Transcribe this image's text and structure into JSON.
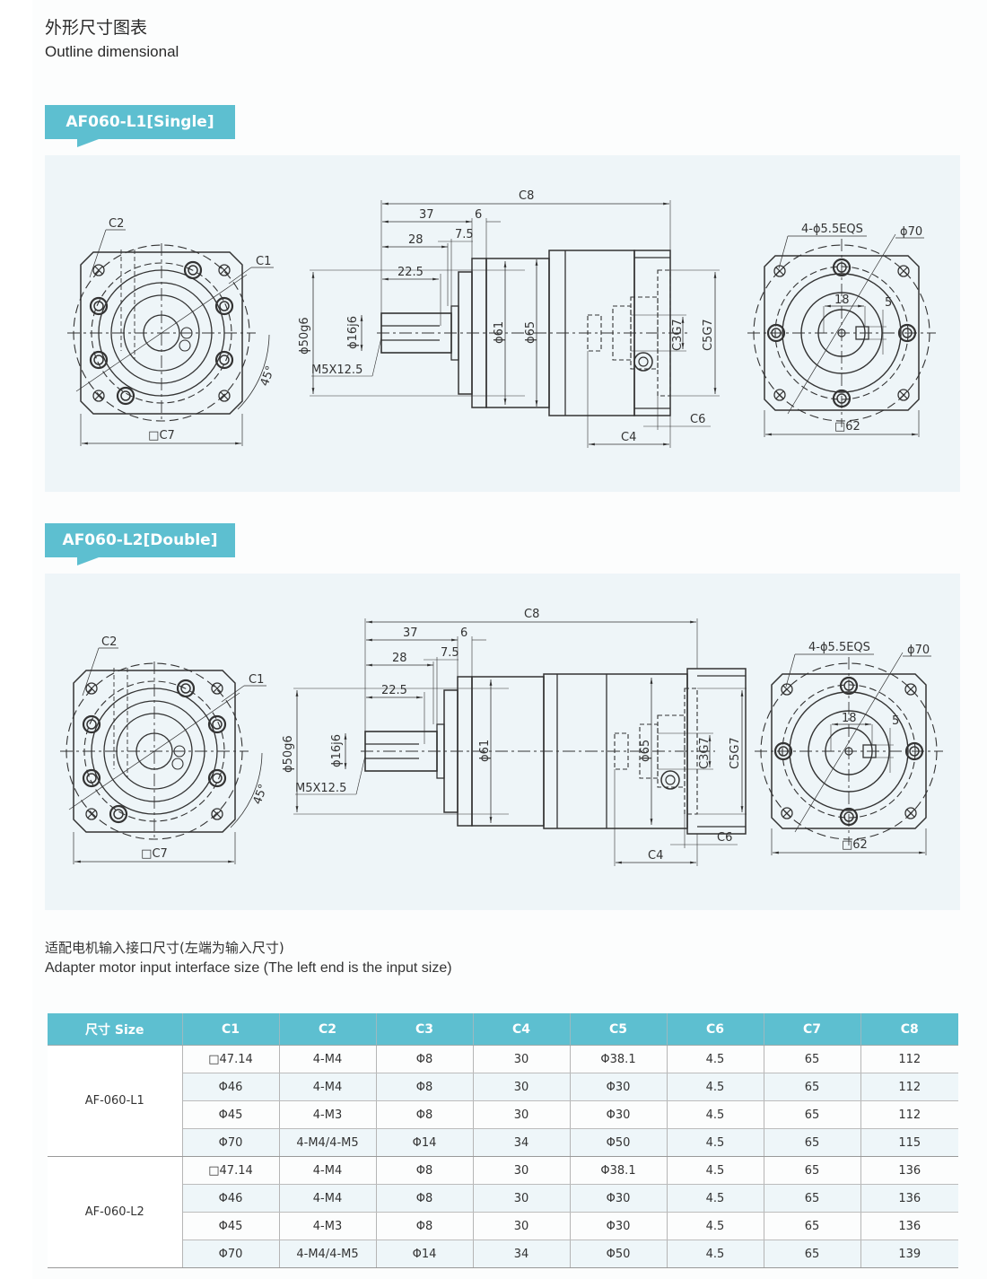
{
  "header": {
    "title_cn": "外形尺寸图表",
    "title_en": "Outline dimensional"
  },
  "sections": [
    {
      "tag": "AF060-L1[Single]",
      "front_view": {
        "labels": {
          "c2": "C2",
          "c1": "C1",
          "angle": "45°",
          "square": "□C7"
        }
      },
      "side_view": {
        "labels": {
          "c8": "C8",
          "d37": "37",
          "d6": "6",
          "d7_5": "7.5",
          "d28": "28",
          "d22_5": "22.5",
          "phi50": "ϕ50g6",
          "phi16": "ϕ16j6",
          "m5": "M5X12.5",
          "phi61": "ϕ61",
          "phi65": "ϕ65",
          "c3": "C3G7",
          "c5": "C5G7",
          "c6": "C6",
          "c4": "C4"
        }
      },
      "rear_view": {
        "labels": {
          "holes": "4-ϕ5.5EQS",
          "phi70": "ϕ70",
          "d18": "18",
          "d5": "5",
          "square": "□62"
        }
      }
    },
    {
      "tag": "AF060-L2[Double]",
      "front_view": {
        "labels": {
          "c2": "C2",
          "c1": "C1",
          "angle": "45°",
          "square": "□C7"
        }
      },
      "side_view": {
        "labels": {
          "c8": "C8",
          "d37": "37",
          "d6": "6",
          "d7_5": "7.5",
          "d28": "28",
          "d22_5": "22.5",
          "phi50": "ϕ50g6",
          "phi16": "ϕ16j6",
          "m5": "M5X12.5",
          "phi61": "ϕ61",
          "phi65": "ϕ65",
          "c3": "C3G7",
          "c5": "C5G7",
          "c6": "C6",
          "c4": "C4"
        }
      },
      "rear_view": {
        "labels": {
          "holes": "4-ϕ5.5EQS",
          "phi70": "ϕ70",
          "d18": "18",
          "d5": "5",
          "square": "□62"
        }
      }
    }
  ],
  "adapter": {
    "title_cn": "适配电机输入接口尺寸(左端为输入尺寸)",
    "title_en": "Adapter motor input interface size (The left end is the input size)"
  },
  "table": {
    "headers": [
      "尺寸 Size",
      "C1",
      "C2",
      "C3",
      "C4",
      "C5",
      "C6",
      "C7",
      "C8"
    ],
    "groups": [
      {
        "model": "AF-060-L1",
        "rows": [
          [
            "□47.14",
            "4-M4",
            "Φ8",
            "30",
            "Φ38.1",
            "4.5",
            "65",
            "112"
          ],
          [
            "Φ46",
            "4-M4",
            "Φ8",
            "30",
            "Φ30",
            "4.5",
            "65",
            "112"
          ],
          [
            "Φ45",
            "4-M3",
            "Φ8",
            "30",
            "Φ30",
            "4.5",
            "65",
            "112"
          ],
          [
            "Φ70",
            "4-M4/4-M5",
            "Φ14",
            "34",
            "Φ50",
            "4.5",
            "65",
            "115"
          ]
        ]
      },
      {
        "model": "AF-060-L2",
        "rows": [
          [
            "□47.14",
            "4-M4",
            "Φ8",
            "30",
            "Φ38.1",
            "4.5",
            "65",
            "136"
          ],
          [
            "Φ46",
            "4-M4",
            "Φ8",
            "30",
            "Φ30",
            "4.5",
            "65",
            "136"
          ],
          [
            "Φ45",
            "4-M3",
            "Φ8",
            "30",
            "Φ30",
            "4.5",
            "65",
            "136"
          ],
          [
            "Φ70",
            "4-M4/4-M5",
            "Φ14",
            "34",
            "Φ50",
            "4.5",
            "65",
            "139"
          ]
        ]
      }
    ]
  },
  "colors": {
    "accent": "#5dbfd0",
    "panel": "#eef5f8",
    "row_alt": "#eef6f9"
  }
}
